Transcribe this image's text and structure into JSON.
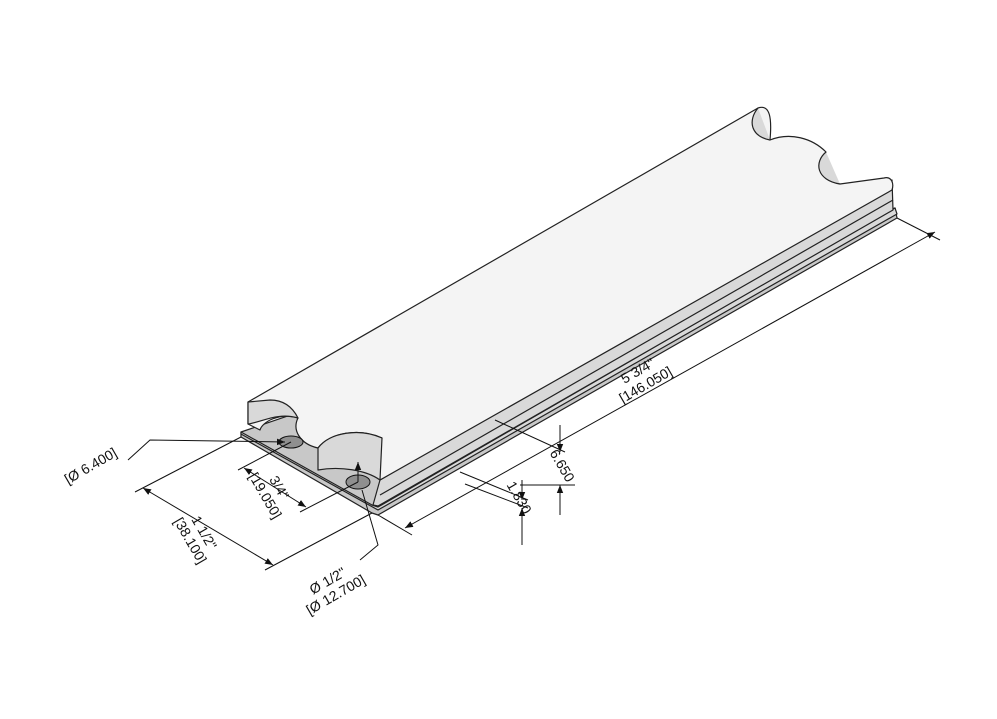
{
  "drawing": {
    "colors": {
      "top_face": "#f4f4f4",
      "side_face": "#d9d9d9",
      "base_face": "#c8c8c8",
      "hole": "#8f8f8f",
      "line": "#111111"
    },
    "dimensions": {
      "length": {
        "in": "5 3/4\"",
        "mm": "[146.050]"
      },
      "width": {
        "in": "1 1/2\"",
        "mm": "[38.100]"
      },
      "slot_offset": {
        "in": "3/4\"",
        "mm": "[19.050]"
      },
      "small_hole": {
        "mm": "[Ø 6.400]"
      },
      "large_hole": {
        "in": "Ø 1/2\"",
        "mm": "[Ø 12.700]"
      },
      "body_height": {
        "mm": "6.650"
      },
      "flange_height": {
        "mm": "1.830"
      }
    }
  }
}
